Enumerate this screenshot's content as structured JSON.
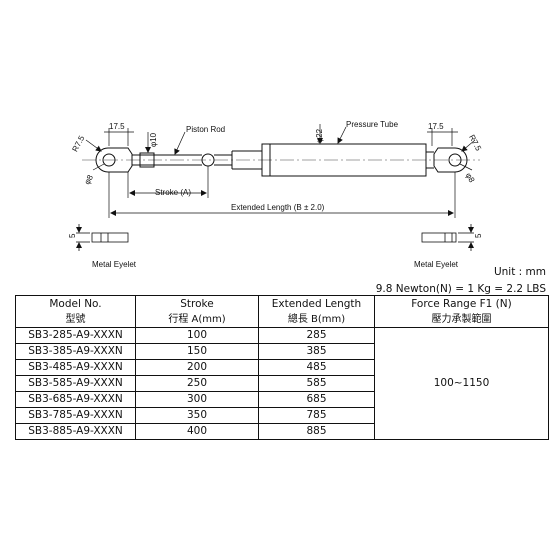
{
  "drawing": {
    "labels": {
      "r_left": "R7.5",
      "r_right": "R7.5",
      "eyelet_width_left": "17.5",
      "eyelet_width_right": "17.5",
      "rod_diameter": "φ10",
      "tube_diameter": "φ22",
      "hole_left": "φ8",
      "hole_right": "φ8",
      "piston_rod": "Piston Rod",
      "pressure_tube": "Pressure Tube",
      "stroke": "Stroke (A)",
      "extended_length": "Extended Length (B ± 2.0)",
      "eyelet_thickness_left": "5",
      "eyelet_thickness_right": "5",
      "metal_eyelet_left": "Metal Eyelet",
      "metal_eyelet_right": "Metal Eyelet"
    }
  },
  "unit": "Unit : mm",
  "conversion": "9.8 Newton(N) = 1 Kg = 2.2 LBS",
  "table": {
    "headers": [
      {
        "en": "Model No.",
        "zh": "型號"
      },
      {
        "en": "Stroke",
        "zh": "行程 A(mm)"
      },
      {
        "en": "Extended Length",
        "zh": "總長 B(mm)"
      },
      {
        "en": "Force Range F1 (N)",
        "zh": "壓力承製範圍"
      }
    ],
    "rows": [
      {
        "model": "SB3-285-A9-XXXN",
        "stroke": "100",
        "length": "285"
      },
      {
        "model": "SB3-385-A9-XXXN",
        "stroke": "150",
        "length": "385"
      },
      {
        "model": "SB3-485-A9-XXXN",
        "stroke": "200",
        "length": "485"
      },
      {
        "model": "SB3-585-A9-XXXN",
        "stroke": "250",
        "length": "585"
      },
      {
        "model": "SB3-685-A9-XXXN",
        "stroke": "300",
        "length": "685"
      },
      {
        "model": "SB3-785-A9-XXXN",
        "stroke": "350",
        "length": "785"
      },
      {
        "model": "SB3-885-A9-XXXN",
        "stroke": "400",
        "length": "885"
      }
    ],
    "force_range": "100~1150"
  }
}
